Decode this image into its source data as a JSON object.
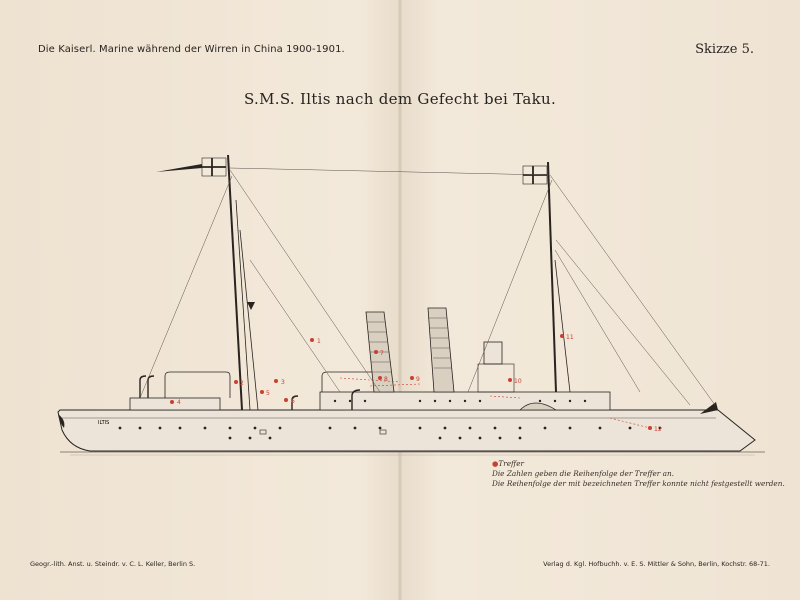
{
  "header": {
    "series_title": "Die Kaiserl. Marine während der Wirren in China 1900-1901.",
    "sketch_number": "Skizze 5."
  },
  "title": "S.M.S. Iltis nach dem Gefecht bei Taku.",
  "ship": {
    "hull_name": "ILTIS"
  },
  "hits": [
    {
      "number": "1"
    },
    {
      "number": "2"
    },
    {
      "number": "3"
    },
    {
      "number": "4"
    },
    {
      "number": "5"
    },
    {
      "number": "6"
    },
    {
      "number": "7"
    },
    {
      "number": "8"
    },
    {
      "number": "9"
    },
    {
      "number": "10"
    },
    {
      "number": "11"
    },
    {
      "number": "12"
    }
  ],
  "legend": {
    "line1_label": "Treffer",
    "line2": "Die Zahlen geben die Reihenfolge der Treffer an.",
    "line3": "Die Reihenfolge der mit bezeichneten Treffer konnte nicht festgestellt werden."
  },
  "footer": {
    "left": "Geogr.-lith. Anst. u. Steindr. v. C. L. Keller, Berlin S.",
    "right": "Verlag d. Kgl. Hofbuchh. v. E. S. Mittler & Sohn, Berlin, Kochstr. 68-71."
  },
  "colors": {
    "paper": "#f1e6d6",
    "ink": "#2a2420",
    "hit_marker": "#c8402e"
  }
}
